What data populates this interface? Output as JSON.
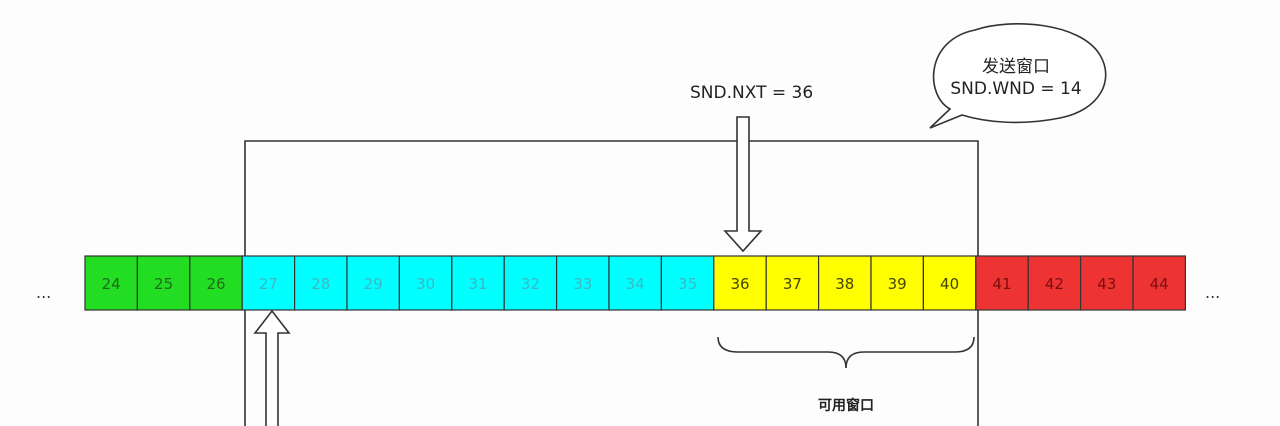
{
  "sequence": {
    "leading_ellipsis": "...",
    "trailing_ellipsis": "...",
    "cells": [
      {
        "label": "24",
        "group": "sent_acked"
      },
      {
        "label": "25",
        "group": "sent_acked"
      },
      {
        "label": "26",
        "group": "sent_acked"
      },
      {
        "label": "27",
        "group": "sent_unacked"
      },
      {
        "label": "28",
        "group": "sent_unacked"
      },
      {
        "label": "29",
        "group": "sent_unacked"
      },
      {
        "label": "30",
        "group": "sent_unacked"
      },
      {
        "label": "31",
        "group": "sent_unacked"
      },
      {
        "label": "32",
        "group": "sent_unacked"
      },
      {
        "label": "33",
        "group": "sent_unacked"
      },
      {
        "label": "34",
        "group": "sent_unacked"
      },
      {
        "label": "35",
        "group": "sent_unacked"
      },
      {
        "label": "36",
        "group": "usable"
      },
      {
        "label": "37",
        "group": "usable"
      },
      {
        "label": "38",
        "group": "usable"
      },
      {
        "label": "39",
        "group": "usable"
      },
      {
        "label": "40",
        "group": "usable"
      },
      {
        "label": "41",
        "group": "not_sendable"
      },
      {
        "label": "42",
        "group": "not_sendable"
      },
      {
        "label": "43",
        "group": "not_sendable"
      },
      {
        "label": "44",
        "group": "not_sendable"
      }
    ]
  },
  "colors": {
    "sent_acked": "#22dd22",
    "sent_unacked": "#00ffff",
    "usable": "#ffff00",
    "not_sendable": "#ee3333",
    "sent_acked_text": "#1e6b1e",
    "sent_unacked_text": "#3fb6c2",
    "usable_text": "#444400",
    "not_sendable_text": "#7a0f0f",
    "line": "#333333"
  },
  "annotations": {
    "snd_nxt": "SND.NXT = 36",
    "callout_title": "发送窗口",
    "callout_wnd": "SND.WND = 14",
    "usable_window": "可用窗口"
  },
  "icons": {
    "snd_nxt_pointer": "down-arrow-icon",
    "snd_una_pointer": "up-arrow-icon"
  }
}
